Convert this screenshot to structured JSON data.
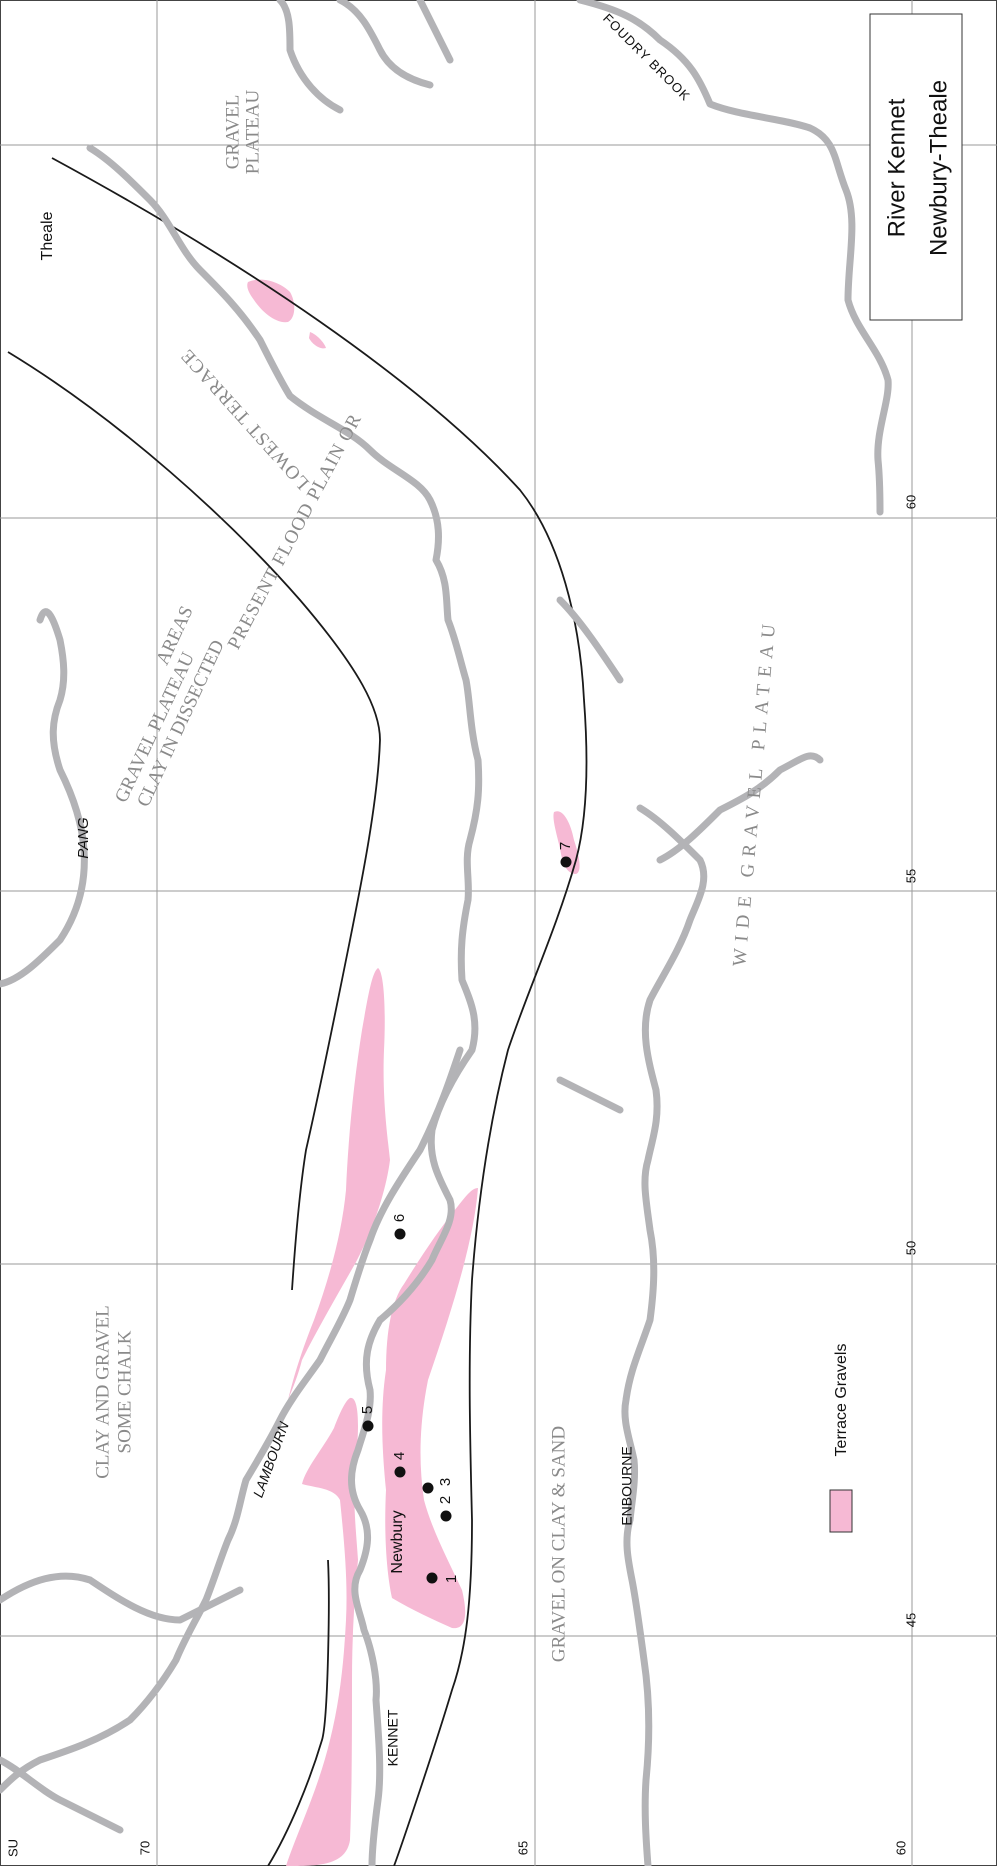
{
  "map": {
    "title_line1": "River Kennet",
    "title_line2": "Newbury-Theale",
    "grid_square": "SU",
    "eastings": [
      "45",
      "50",
      "55",
      "60",
      "65"
    ],
    "northings": [
      "70",
      "65",
      "60"
    ],
    "legend_label": "Terrace Gravels",
    "legend_color": "#f6b9d4",
    "river_color": "#b3b3b6"
  },
  "rivers": {
    "foudry": "FOUDRY BROOK",
    "pang": "PANG",
    "lambourn": "LAMBOURN",
    "kennet": "KENNET",
    "enbourne": "ENBOURNE"
  },
  "places": {
    "theale": "Theale",
    "newbury": "Newbury"
  },
  "geology": {
    "gravel_plateau_ne_1": "GRAVEL",
    "gravel_plateau_ne_2": "PLATEAU",
    "plateau_clay_1": "GRAVEL PLATEAU",
    "plateau_clay_2": "CLAY IN DISSECTED",
    "plateau_clay_3": "AREAS",
    "clay_gravel_1": "CLAY AND GRAVEL",
    "clay_gravel_2": "SOME CHALK",
    "flood_1": "PRESENT FLOOD PLAIN OR",
    "flood_2": "LOWEST TERRACE",
    "wide_plateau": "WIDE GRAVEL PLATEAU",
    "gravel_clay_sand": "GRAVEL ON CLAY & SAND"
  },
  "sites": [
    "1",
    "2",
    "3",
    "4",
    "5",
    "6",
    "7"
  ]
}
